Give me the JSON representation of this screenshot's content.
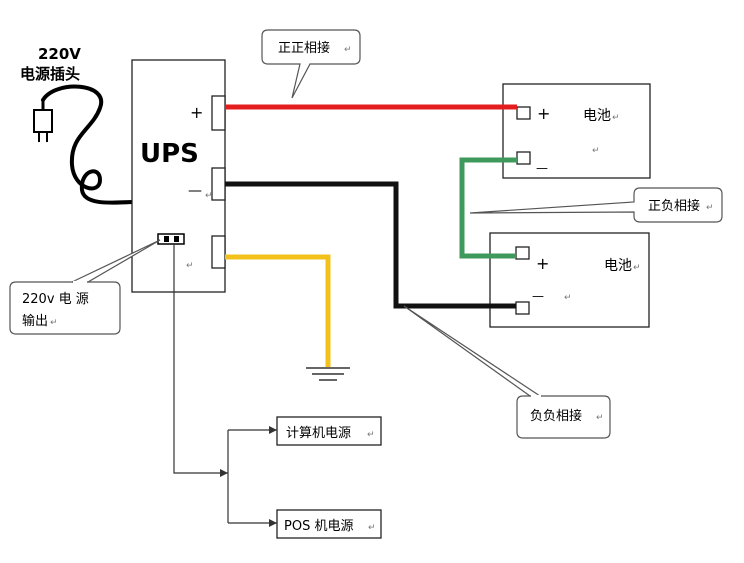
{
  "diagram": {
    "plug": {
      "label_line1": "220V",
      "label_line2": "电源插头"
    },
    "ups": {
      "label": "UPS",
      "plus": "+",
      "minus": "—"
    },
    "battery_top": {
      "label": "电池",
      "plus": "+",
      "minus": "—"
    },
    "battery_bottom": {
      "label": "电池",
      "plus": "+",
      "minus": "—"
    },
    "callouts": {
      "positive_positive": "正正相接",
      "positive_negative": "正负相接",
      "negative_negative": "负负相接",
      "ups_output_line1": "220v  电  源",
      "ups_output_line2": "输出"
    },
    "outputs": {
      "computer_power": "计算机电源",
      "pos_power": "POS 机电源"
    },
    "colors": {
      "positive_wire": "#e41e1e",
      "negative_wire": "#111111",
      "ground_wire": "#f2c21b",
      "link_wire": "#3d9a5a"
    }
  }
}
